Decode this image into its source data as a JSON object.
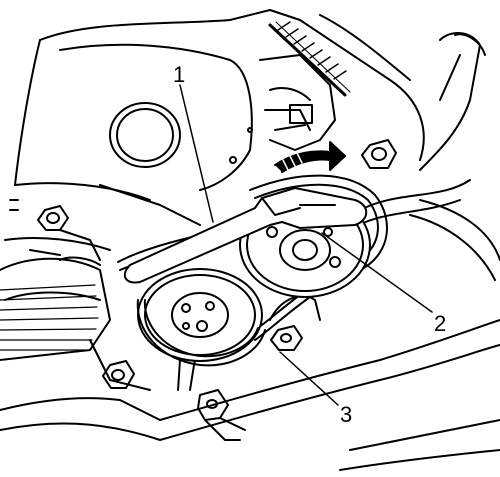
{
  "diagram": {
    "callouts": [
      {
        "id": "c1",
        "label": "1"
      },
      {
        "id": "c2",
        "label": "2"
      },
      {
        "id": "c3",
        "label": "3"
      }
    ],
    "colors": {
      "line": "#000000",
      "fill": "#ffffff",
      "hatch": "#000000"
    },
    "arrow_direction": "clockwise"
  }
}
